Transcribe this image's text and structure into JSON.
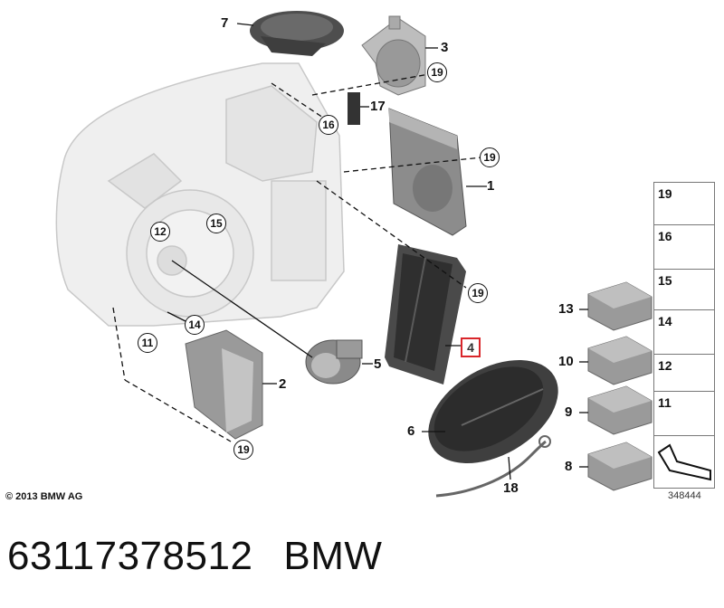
{
  "callouts": {
    "c1": "1",
    "c2": "2",
    "c3": "3",
    "c4": "4",
    "c5": "5",
    "c6": "6",
    "c7": "7",
    "c8": "8",
    "c9": "9",
    "c10": "10",
    "c11": "11",
    "c12": "12",
    "c13": "13",
    "c14": "14",
    "c15": "15",
    "c16": "16",
    "c17": "17",
    "c18": "18",
    "c19": "19"
  },
  "legend": [
    "19",
    "16",
    "15",
    "14",
    "12",
    "11"
  ],
  "copyright": "© 2013 BMW AG",
  "diagram_id": "348444",
  "part_number": "63117378512",
  "brand": "BMW",
  "colors": {
    "line": "#111111",
    "highlight": "#d9262b",
    "ghost": "#c8c8c8",
    "part_dark": "#555555",
    "part_light": "#a9a9a9"
  }
}
